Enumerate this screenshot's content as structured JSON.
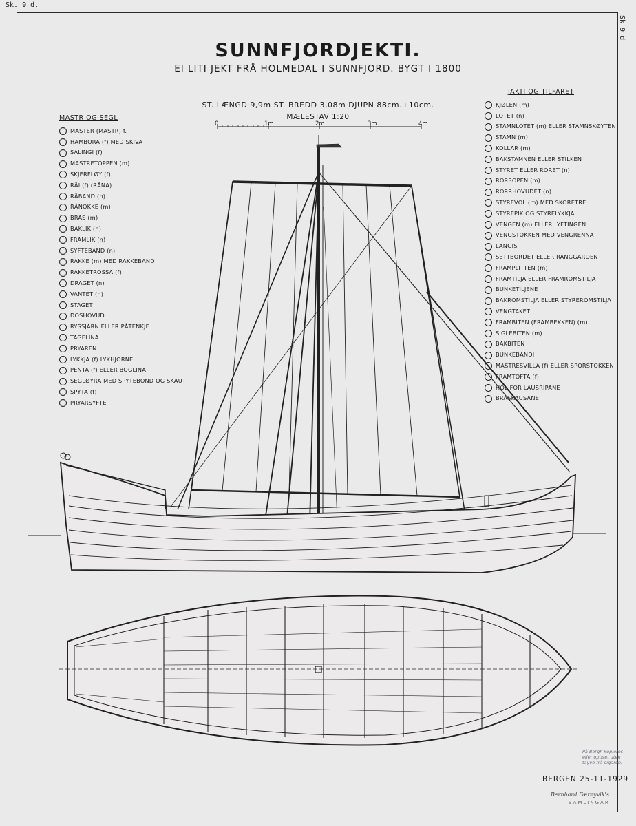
{
  "header": {
    "title": "SUNNFJORDJEKTI.",
    "subtitle": "EI LITI JEKT FRÅ HOLMEDAL I SUNNFJORD. BYGT I 1800",
    "dimensions": "ST. LÆNGD 9,9m   ST. BREDD 3,08m  DJUPN 88cm.+10cm.",
    "scale_title": "MÆLESTAV 1:20",
    "scale_labels": [
      "0",
      "1m",
      "2m",
      "3m",
      "4m"
    ]
  },
  "corners": {
    "top_left": "Sk. 9 d.",
    "top_right": "Sk 9 d"
  },
  "legend_left": {
    "heading": "MASTR OG SEGL",
    "items": [
      "MASTER (MASTR) f.",
      "HAMBORA (f) MED SKIVA",
      "SALINGI (f)",
      "MASTRETOPPEN (m)",
      "SKJERFLØY (f)",
      "RÅI (f) (RÅNA)",
      "RÅBAND (n)",
      "RÅNOKKE (m)",
      "BRAS (m)",
      "BAKLIK (n)",
      "FRAMLIK (n)",
      "SYFTEBAND (n)",
      "RAKKE (m) MED RAKKEBAND",
      "RAKKETROSSA (f)",
      "DRAGET (n)",
      "VANTET (n)",
      "STAGET",
      "DOSHOVUD",
      "RYSSJARN ELLER PÅTENKJE",
      "TAGELINA",
      "PRYAREN",
      "LYKKJA (f) LYKHJORNE",
      "PENTA (f) ELLER BOGLINA",
      "SEGLØYRA MED SPYTEBOND OG SKAUT",
      "SPYTA (f)",
      "PRYARSYFTE"
    ]
  },
  "legend_right": {
    "heading": "JAKTI OG TILFARET",
    "items": [
      "KJØLEN (m)",
      "LOTET (n)",
      "STAMNLOTET (m) ELLER STAMNSKØYTEN",
      "STAMN (m)",
      "KOLLAR (m)",
      "BAKSTAMNEN ELLER STILKEN",
      "STYRET ELLER RORET (n)",
      "RORSOPEN (m)",
      "RORRHOVUDET (n)",
      "STYREVOL (m) MED SKORETRE",
      "STYREPIK OG STYRELYKKJA",
      "VENGEN (m) ELLER LYFTINGEN",
      "VENGSTOKKEN MED VENGRENNA",
      "LANGIS",
      "SETTBORDET ELLER RANGGARDEN",
      "FRAMPLITTEN (m)",
      "FRAMTILJA ELLER FRAMROMSTILJA",
      "BUNKETILJENE",
      "BAKROMSTILJA ELLER STYREROMSTILJA",
      "VENGTAKET",
      "FRAMBITEN (FRAMBEKKEN) (m)",
      "SIGLEBITEN (m)",
      "BAKBITEN",
      "BUNKEBANDI",
      "MASTRESVILLA (f) ELLER SPORSTOKKEN",
      "FRAMTOFTA (f)",
      "HOL FOR LAUSRIPANE",
      "BRASKAUSANE"
    ]
  },
  "footer": {
    "place_date": "BERGEN  25-11-1929",
    "stamp": "På Bergh kopieres eller optiset uten tayve frå eigaren.",
    "signature": "Bernhard Færøyvik's",
    "collection": "SAMLINGAR"
  }
}
